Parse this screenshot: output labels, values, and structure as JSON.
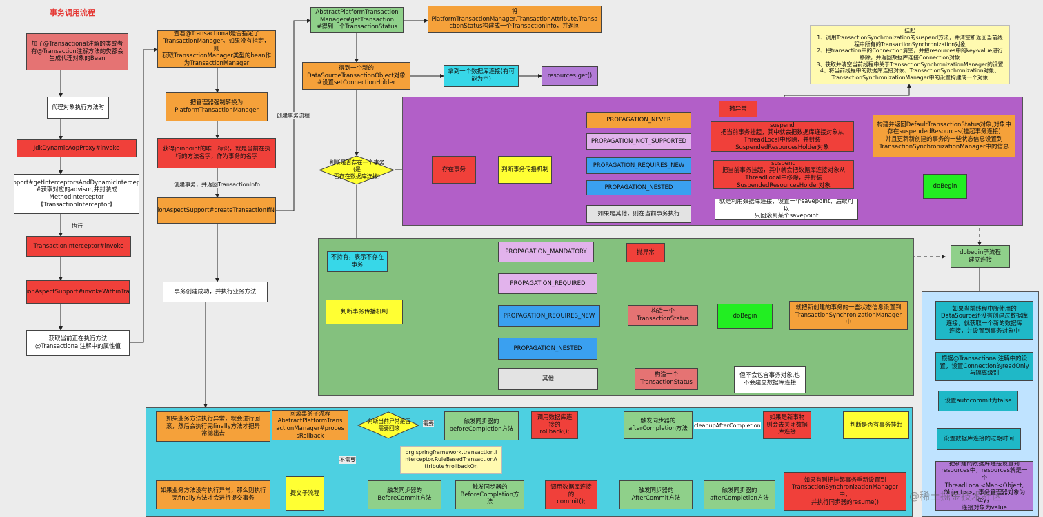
{
  "title": "事务调用流程",
  "nodes": {
    "n1": "加了@Transactional注解的类或者\n有@Transaction注解方法的类都会\n生成代理对象的Bean",
    "n2": "代理对象执行方法时",
    "n3": "JdkDynamicAopProxy#invoke",
    "n4": "AdvisedSupport#getInterceptorsAndDynamicInterceptionAdvice\n#获取对应的advisor,并封装成\nMethodInterceptor\n【TransactionInterceptor】",
    "n5": "TransactionInterceptor#invoke",
    "n6": "TransactionAspectSupport#invokeWithinTransaction",
    "n7": "获取当前正在执行方法\n@Transactional注解中的属性值",
    "m1": "查看@Transactional是否指定了\nTransactionManager。如果没有指定，则\n获取TransactionManager类型的bean作\n为TransactionManager",
    "m2": "把管理器强制转换为\nPlatformTransactionManager",
    "m3": "获得joinpoint的唯一标识，就是当前在执\n行的方法名字，作为事务的名字",
    "m4": "TransactionAspectSupport#createTransactionIfNecessary",
    "m5": "事务创建成功，并执行业务方法",
    "t1": "AbstractPlatformTransaction\nManager#getTransaction\n#得到一个TransactionStatus",
    "t2": "将\nPlatformTransactionManager,TransactionAttribute,Transa\nctionStatus构建成一个TransactionInfo，并返回",
    "t3": "得到一个新的\nDataSourceTransactionObject对象\n#设置setConnectionHolder",
    "t4": "拿到一个数据库连接(有可\n能为空)",
    "t5": "resources.get()",
    "t6": "判断是否存在一个事务(是\n否存在数据库连接)",
    "note_suspend": "挂起\n1、调用TransactionSynchronization的suspend方法，并清空和返回当前线\n程中所有的TransactionSynchronization对象\n2、把transaction中的Connection清空，并把resources中的key-value进行\n移除，并返回数据库连接Connection对象\n3、获取并清空当前线程中关于TransactionSynchronizationManager的设置\n4、将当前线程中的数据库连接对象、TransactionSynchronization对象、\nTransactionSynchronizationManager中的设置构建成一个对象",
    "p1": "存在事务",
    "p2": "判断事务传播机制",
    "p_never": "PROPAGATION_NEVER",
    "p_ns": "PROPAGATION_NOT_SUPPORTED",
    "p_rn": "PROPAGATION_REQUIRES_NEW",
    "p_nested": "PROPAGATION_NESTED",
    "p_other": "如果是其他，则在当前事务执行",
    "p_throw": "抛异常",
    "p_susp1": "suspend\n把当前事务挂起，其中就会把数据库连接对象从\nThreadLocal中移除，并封装\nSuspendedResourcesHolder对象",
    "p_susp2": "suspend\n把当前事务挂起，其中就会把数据库连接对象从\nThreadLocal中移除，并封装\nSuspendedResourcesHolder对象",
    "p_build": "构建并返回DefaultTransactionStatus对象,对象中\n存在suspendedResources(挂起事务连接)\n并且更新新创建的事务的一些状态信息设置到\nTransactionSynchronizationManager中的信息",
    "p_dobegin": "doBegin",
    "p_savepoint": "就是利用数据库连接，设置一个savepoint，后续可以\n只回滚到某个savepoint",
    "g1": "不持有，表示不存在\n事务",
    "g2": "判断事务传播机制",
    "g_mand": "PROPAGATION_MANDATORY",
    "g_throw": "抛异常",
    "g_req": "PROPAGATION_REQUIRED",
    "g_rn": "PROPAGATION_REQUIRES_NEW",
    "g_nested": "PROPAGATION_NESTED",
    "g_other": "其他",
    "g_ts1": "构造一个\nTransactionStatus",
    "g_dobegin": "doBegin",
    "g_set": "就把新创建的事务的一些状态信息设置到\nTransactionSynchronizationManager中",
    "g_ts2": "构造一个\nTransactionStatus",
    "g_noconn": "但不会包含事务对象,也\n不会建立数据库连接",
    "d0": "dobegin子流程\n建立连接",
    "d1": "如果当前线程中所使用的\nDataSource还没有创建过数据库\n连接，就获取一个新的数据库\n连接，并设置到事务对象中",
    "d2": "根据@Transactional注解中的设\n置，设置Connection的readOnly\n与隔离级别",
    "d3": "设置autocommit为false",
    "d4": "设置数据库连接的过期时间",
    "d5": "把新建的数据库连接设置到\nresources中，resources就是一个\nThreadLocal<Map<Object,\nObject>>，事务管理器对象为key，\n连接对象为value",
    "b1": "如果业务方法执行异常，就会进行回\n滚，然后会执行完finally方法才把异\n常抛出去",
    "b2": "回滚事务子流程\nAbstractPlatformTrans\nactionManager#proces\nsRollback",
    "b3": "判断当前异常是否\n需要回滚",
    "b4": "触发同步器的\nbeforeCompletion方法",
    "b5": "调用数据库连接的\nrollback();",
    "b6": "触发同步器的\nafterCompletion方法",
    "b7": "如果是新事物\n则会去关闭数据库连接",
    "b8": "判断是否有事务挂起",
    "b_note": "org.springframework.transaction.i\nnterceptor.RuleBasedTransactionA\nttribute#rollbackOn",
    "c1": "如果业务方法没有执行异常，那么则执行\n完finally方法才会进行提交事务",
    "c2": "提交子流程",
    "c3": "触发同步器的\nBeforeCommit方法",
    "c4": "触发同步器的\nBeforeCompletion方法",
    "c5": "调用数据库连接的\ncommit();",
    "c6": "触发同步器的\nAfterCommit方法",
    "c7": "触发同步器的\nafterCompletion方法",
    "c8": "如果有则把挂起事务重新设置到\nTransactionSynchronizationManager中，\n并执行同步器的resume()"
  },
  "labels": {
    "exec": "执行",
    "create_flow": "创建事务流程",
    "create_ret": "创建事务，并返回TransactionInfo",
    "need": "需要",
    "noneed": "不需要",
    "cleanup": "cleanupAfterCompletion"
  },
  "watermark": "@稀土掘金技术社区"
}
